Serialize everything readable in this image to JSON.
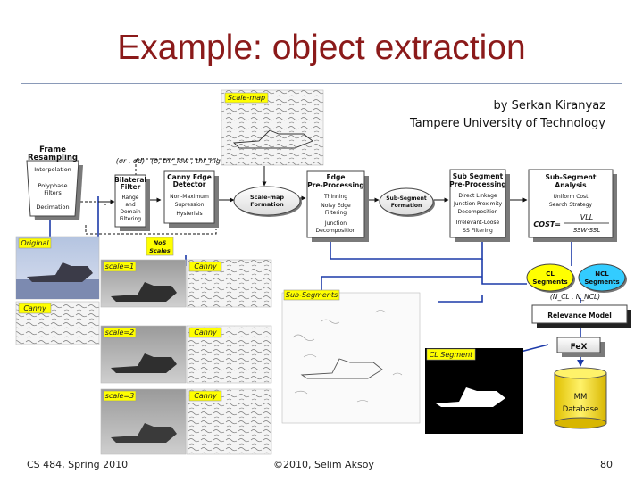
{
  "slide": {
    "title": "Example: object extraction",
    "credit_line1": "by Serkan Kiranyaz",
    "credit_line2": "Tampere University of Technology"
  },
  "footer": {
    "course": "CS 484, Spring 2010",
    "copyright": "©2010, Selim Aksoy",
    "page": "80"
  },
  "diagram": {
    "frame": {
      "title1": "Frame",
      "title2": "Resampling",
      "l1": "Interpolation",
      "l2": "Polyphase",
      "l3": "Filters",
      "l4": "Decimation"
    },
    "bilateral": {
      "params": "(σr , σd)",
      "title1": "Bilateral",
      "title2": "Filter",
      "l1": "Range",
      "l2": "and",
      "l3": "Domain",
      "l4": "Filtering"
    },
    "canny": {
      "params": "(σ, thr_low , thr_high)",
      "title1": "Canny Edge",
      "title2": "Detector",
      "l1": "Non-Maximum",
      "l2": "Supression",
      "l3": "Hysterisis"
    },
    "nos": {
      "l1": "NoS",
      "l2": "Scales"
    },
    "scale_map_node": {
      "l1": "Scale-map",
      "l2": "Formation"
    },
    "scale_map_tag": "Scale-map",
    "edge_pre": {
      "title1": "Edge",
      "title2": "Pre-Processing",
      "l1": "Thinning",
      "l2": "Noisy Edge",
      "l3": "Filtering",
      "l4": "Junction",
      "l5": "Decomposition"
    },
    "subseg_node": {
      "l1": "Sub-Segment",
      "l2": "Formation"
    },
    "subseg_pre": {
      "title1": "Sub Segment",
      "title2": "Pre-Processing",
      "l1": "Direct Linkage",
      "l2": "Junction Proximity",
      "l3": "Decomposition",
      "l4": "Irrelevant-Loose",
      "l5": "SS Filtering"
    },
    "subseg_analysis": {
      "title1": "Sub-Segment",
      "title2": "Analysis",
      "l1": "Uniform Cost",
      "l2": "Search Strategy",
      "cost": "COST=",
      "num": "VLL",
      "den": "SSW·SSL"
    },
    "cl": {
      "l1": "CL",
      "l2": "Segments"
    },
    "ncl": {
      "l1": "NCL",
      "l2": "Segments"
    },
    "nparams": "(N_CL , N_NCL)",
    "relevance": "Relevance Model",
    "fex": "FeX",
    "db": {
      "l1": "MM",
      "l2": "Database"
    },
    "thumb_tags": {
      "original": "Original",
      "scale1": "scale=1",
      "canny_a": "Canny",
      "canny_b": "Canny",
      "scale2": "scale=2",
      "canny_c": "Canny",
      "scale3": "scale=3",
      "canny_d": "Canny",
      "subsegments": "Sub-Segments",
      "cl_segment": "CL Segment"
    },
    "colors": {
      "accent_blue": "#1c3aa9",
      "tag_yellow": "#ffff00",
      "ncl_cyan": "#33ccff",
      "title_red": "#8b1a1a"
    }
  }
}
